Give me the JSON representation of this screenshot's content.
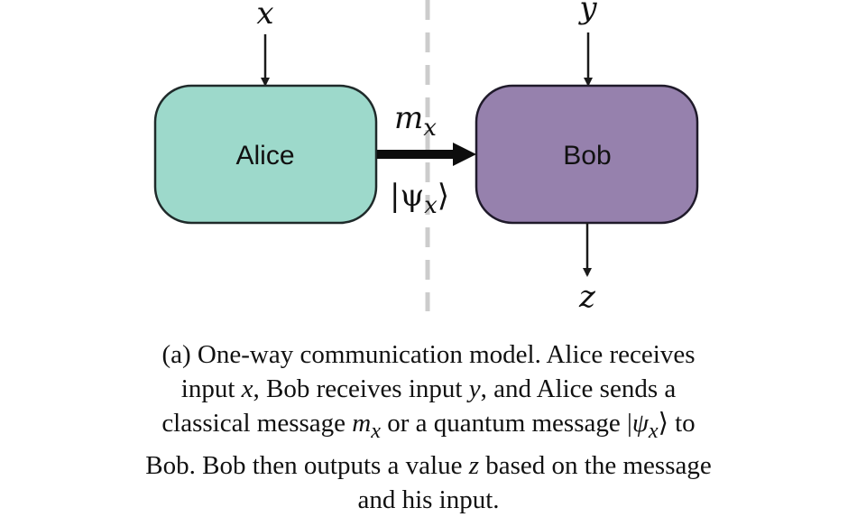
{
  "diagram": {
    "alice": {
      "label": "Alice",
      "color": "#9dd9cb"
    },
    "bob": {
      "label": "Bob",
      "color": "#9681ad"
    },
    "input_x": "x",
    "input_y": "y",
    "output_z": "z",
    "message_classical": "m",
    "message_classical_sub": "x",
    "message_quantum": "|ψ",
    "message_quantum_sub": "x",
    "message_quantum_close": "⟩",
    "divider_color": "#cccccc",
    "stroke_color": "#1a1a1a"
  },
  "caption": {
    "l1": "(a) One-way communication model. Alice receives",
    "l2a": "input ",
    "l2b": "x",
    "l2c": ", Bob receives input ",
    "l2d": "y",
    "l2e": ", and Alice sends a",
    "l3a": "classical message ",
    "l3b": "m",
    "l3c": "x",
    "l3d": " or a quantum message |",
    "l3e": "ψ",
    "l3f": "x",
    "l3g": "⟩ to",
    "l4a": "Bob. Bob then outputs a value ",
    "l4b": "z",
    "l4c": " based on the message",
    "l5": "and his input."
  }
}
